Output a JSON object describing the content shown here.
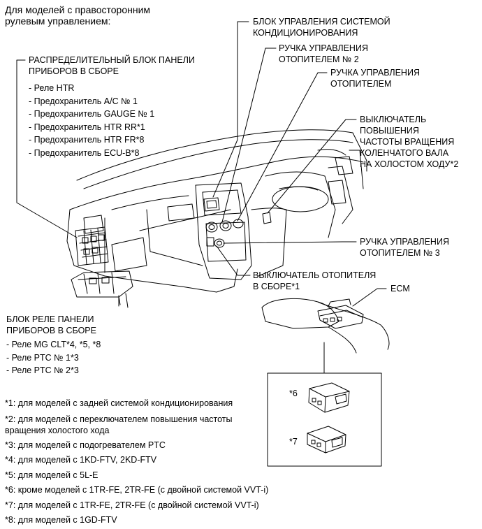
{
  "header": {
    "line1": "Для моделей с правосторонним",
    "line2": "рулевым управлением:"
  },
  "callouts": {
    "ac_control_l1": "БЛОК УПРАВЛЕНИЯ СИСТЕМОЙ",
    "ac_control_l2": "КОНДИЦИОНИРОВАНИЯ",
    "heater_knob2_l1": "РУЧКА УПРАВЛЕНИЯ",
    "heater_knob2_l2": "ОТОПИТЕЛЕМ № 2",
    "heater_knob_l1": "РУЧКА УПРАВЛЕНИЯ",
    "heater_knob_l2": "ОТОПИТЕЛЕМ",
    "idle_up_l1": "ВЫКЛЮЧАТЕЛЬ",
    "idle_up_l2": "ПОВЫШЕНИЯ",
    "idle_up_l3": "ЧАСТОТЫ ВРАЩЕНИЯ",
    "idle_up_l4": "КОЛЕНЧАТОГО ВАЛА",
    "idle_up_l5": "НА ХОЛОСТОМ ХОДУ*2",
    "heater_knob3_l1": "РУЧКА УПРАВЛЕНИЯ",
    "heater_knob3_l2": "ОТОПИТЕЛЕМ № 3",
    "heater_switch_l1": "ВЫКЛЮЧАТЕЛЬ ОТОПИТЕЛЯ",
    "heater_switch_l2": "В СБОРЕ*1",
    "ecm": "ECM"
  },
  "junction_block": {
    "title_l1": "РАСПРЕДЕЛИТЕЛЬНЫЙ БЛОК ПАНЕЛИ",
    "title_l2": "ПРИБОРОВ В СБОРЕ",
    "items": [
      "- Реле HTR",
      "- Предохранитель A/C № 1",
      "- Предохранитель GAUGE № 1",
      "- Предохранитель HTR RR*1",
      "- Предохранитель HTR FR*8",
      "- Предохранитель ECU-B*8"
    ]
  },
  "relay_block": {
    "title_l1": "БЛОК РЕЛЕ ПАНЕЛИ",
    "title_l2": "ПРИБОРОВ В СБОРЕ",
    "items": [
      "- Реле MG CLT*4, *5, *8",
      "- Реле PTC № 1*3",
      "- Реле PTC № 2*3"
    ]
  },
  "inset": {
    "label_a": "*6",
    "label_b": "*7"
  },
  "footnotes": [
    "*1: для моделей с задней системой кондиционирования",
    "*2: для моделей с переключателем повышения частоты",
    "вращения холостого хода",
    "*3: для моделей с подогревателем PTC",
    "*4: для моделей с 1KD-FTV, 2KD-FTV",
    "*5: для моделей с 5L-E",
    "*6: кроме моделей с 1TR-FE, 2TR-FE (с двойной системой VVT-i)",
    "*7: для моделей с 1TR-FE, 2TR-FE (с двойной системой VVT-i)",
    "*8: для моделей с 1GD-FTV"
  ]
}
